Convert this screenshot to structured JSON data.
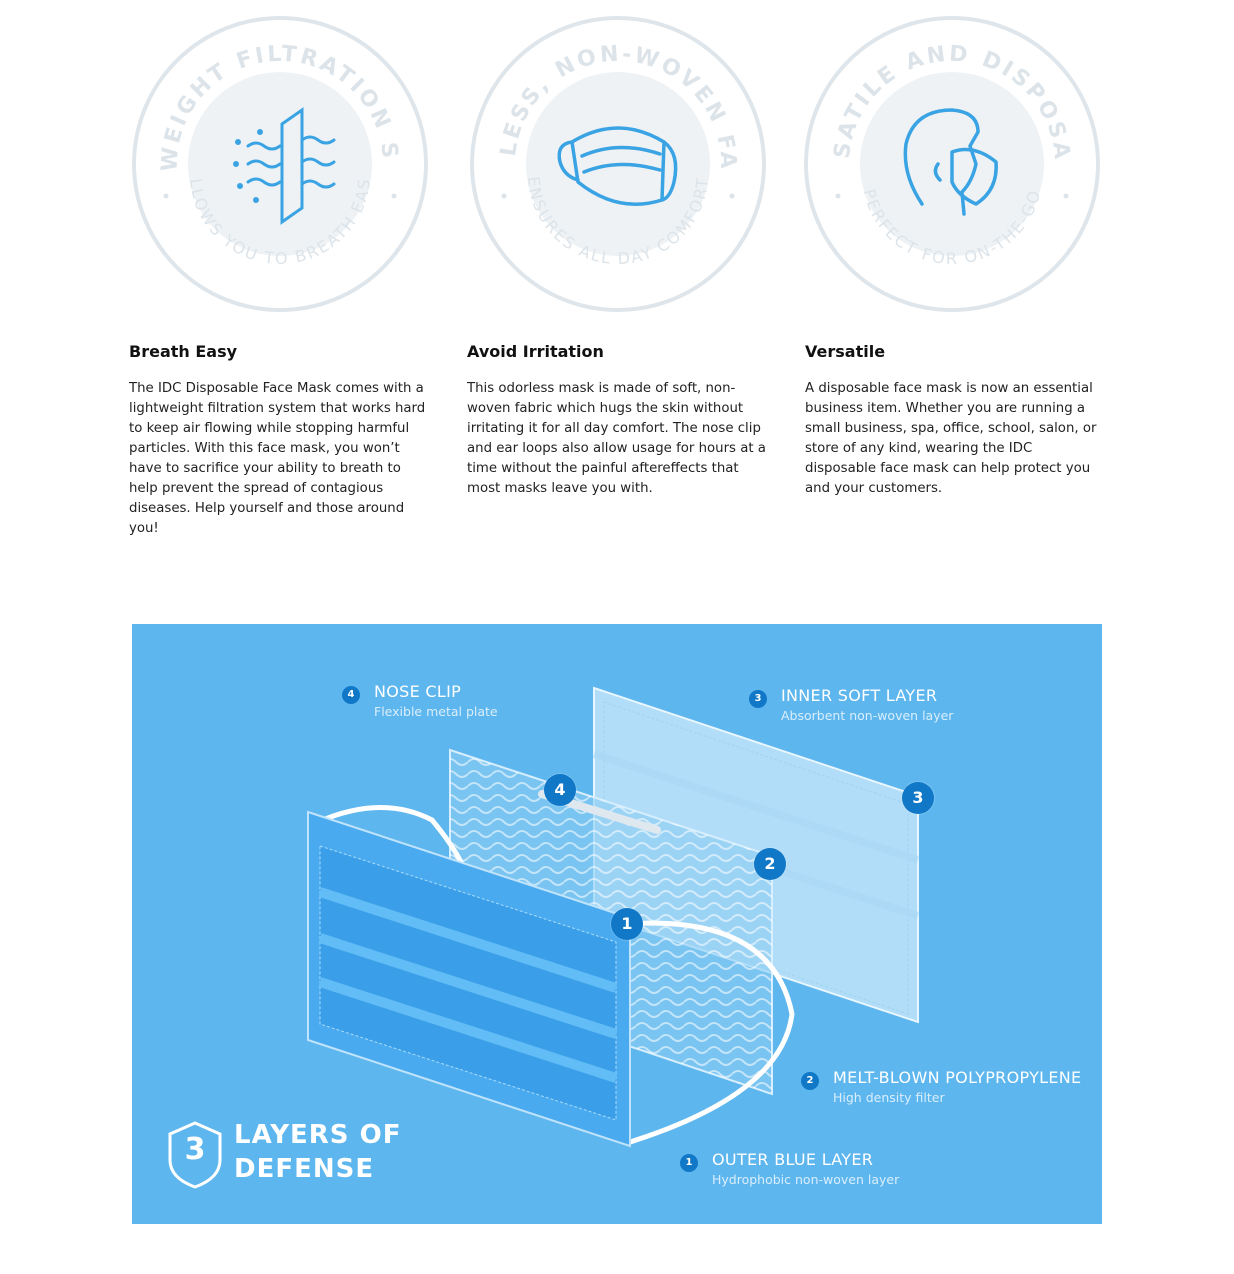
{
  "badges": [
    {
      "top_text": "LIGHTWEIGHT FILTRATION SYSTEM",
      "bottom_text": "ALLOWS YOU TO BREATH EASY",
      "icon": "air-filter-icon"
    },
    {
      "top_text": "ODORLESS, NON-WOVEN FABRIC",
      "bottom_text": "ENSURES ALL DAY COMFORT",
      "icon": "face-mask-icon"
    },
    {
      "top_text": "VERSATILE AND DISPOSABLE",
      "bottom_text": "PERFECT FOR ON-THE-GO",
      "icon": "head-mask-icon"
    }
  ],
  "features": [
    {
      "title": "Breath Easy",
      "body": "The IDC Disposable Face Mask comes with a lightweight filtration system that works hard to keep air flowing while stopping harmful particles. With this face mask, you won’t have to sacrifice your ability to breath to help prevent the spread of contagious diseases. Help yourself and those around you!"
    },
    {
      "title": "Avoid Irritation",
      "body": "This odorless mask is made of soft, non-woven fabric which hugs the skin without irritating it for all day comfort. The nose clip and ear loops also allow usage for hours at a time without the painful aftereffects that most masks leave you with."
    },
    {
      "title": "Versatile",
      "body": "A disposable face mask is now an essential business item. Whether you are running a small business, spa, office, school, salon, or store of any kind, wearing the IDC disposable face mask can help protect you and your customers."
    }
  ],
  "diagram": {
    "callouts": [
      {
        "num": "4",
        "title": "NOSE CLIP",
        "subtitle": "Flexible metal plate"
      },
      {
        "num": "3",
        "title": "INNER SOFT LAYER",
        "subtitle": "Absorbent non-woven layer"
      },
      {
        "num": "2",
        "title": "MELT-BLOWN POLYPROPYLENE",
        "subtitle": "High density filter"
      },
      {
        "num": "1",
        "title": "OUTER BLUE LAYER",
        "subtitle": "Hydrophobic non-woven layer"
      }
    ],
    "markers": [
      "4",
      "3",
      "2",
      "1"
    ],
    "defense": {
      "number": "3",
      "line1": "LAYERS OF",
      "line2": "DEFENSE"
    },
    "colors": {
      "panel": "#5eb6ee",
      "marker": "#1178c8"
    }
  }
}
